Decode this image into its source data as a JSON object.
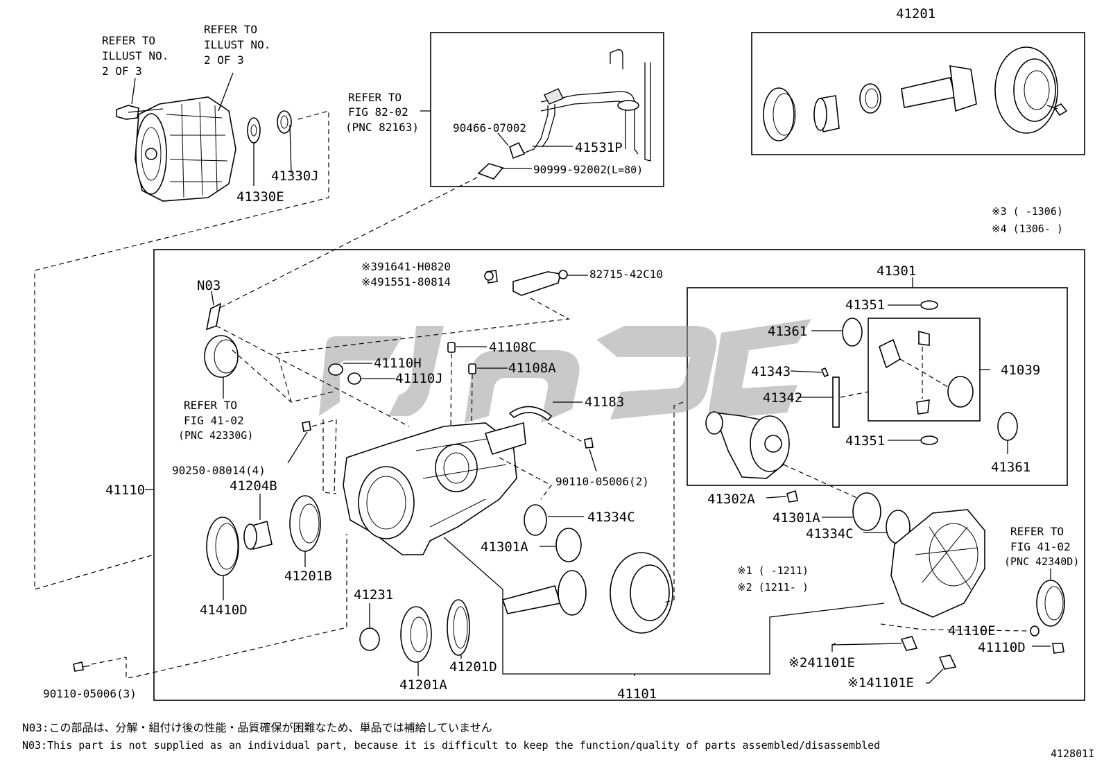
{
  "labels": {
    "refer_to_1": "REFER TO",
    "illust_no_1": "ILLUST NO.",
    "of_3_1": "2 OF 3",
    "refer_to_2": "REFER TO",
    "illust_no_2": "ILLUST NO.",
    "of_3_2": "2 OF 3",
    "p41330J": "41330J",
    "p41330E": "41330E",
    "refer_fig82_1": "REFER TO",
    "refer_fig82_2": "FIG 82-02",
    "refer_fig82_3": "(PNC 82163)",
    "p90466": "90466-07002",
    "p41531P": "41531P",
    "p90999": "90999-92002",
    "p90999_l": "(L=80)",
    "p41201_top": "41201",
    "note3": "※3 (    -1306)",
    "note4": "※4 (1306-    )",
    "p91641": "※391641-H0820",
    "p91551": "※491551-80814",
    "p82715": "82715-42C10",
    "n03": "N03",
    "p41110H": "41110H",
    "p41110J": "41110J",
    "p41108C": "41108C",
    "p41108A": "41108A",
    "p41183": "41183",
    "refer_fig41_1": "REFER TO",
    "refer_fig41_2": "FIG 41-02",
    "refer_fig41_3": "(PNC 42330G)",
    "p90250": "90250-08014(4)",
    "p41204B": "41204B",
    "p41110": "41110",
    "p41410D": "41410D",
    "p41201B": "41201B",
    "p90110_2": "90110-05006(2)",
    "p41334C_a": "41334C",
    "p41301A_a": "41301A",
    "p41231": "41231",
    "p41201A": "41201A",
    "p41201D": "41201D",
    "p41101": "41101",
    "p90110_3": "90110-05006(3)",
    "p41301": "41301",
    "p41351_a": "41351",
    "p41361_a": "41361",
    "p41343": "41343",
    "p41342": "41342",
    "p41039": "41039",
    "p41351_b": "41351",
    "p41361_b": "41361",
    "p41302A": "41302A",
    "p41301A_b": "41301A",
    "p41334C_b": "41334C",
    "refer_fig41b_1": "REFER TO",
    "refer_fig41b_2": "FIG 41-02",
    "refer_fig41b_3": "(PNC 42340D)",
    "note1": "※1 (    -1211)",
    "note2": "※2 (1211-    )",
    "p41110E": "41110E",
    "p41110D": "41110D",
    "p41101E_2": "※241101E",
    "p41101E_1": "※141101E"
  },
  "footer": {
    "note_jp": "N03:この部品は、分解・組付け後の性能・品質確保が困難なため、単品では補給していません",
    "note_en": "N03:This part is not supplied as an individual part, because it is difficult to keep the function/quality of parts assembled/disassembled",
    "figure_id": "412801I"
  }
}
